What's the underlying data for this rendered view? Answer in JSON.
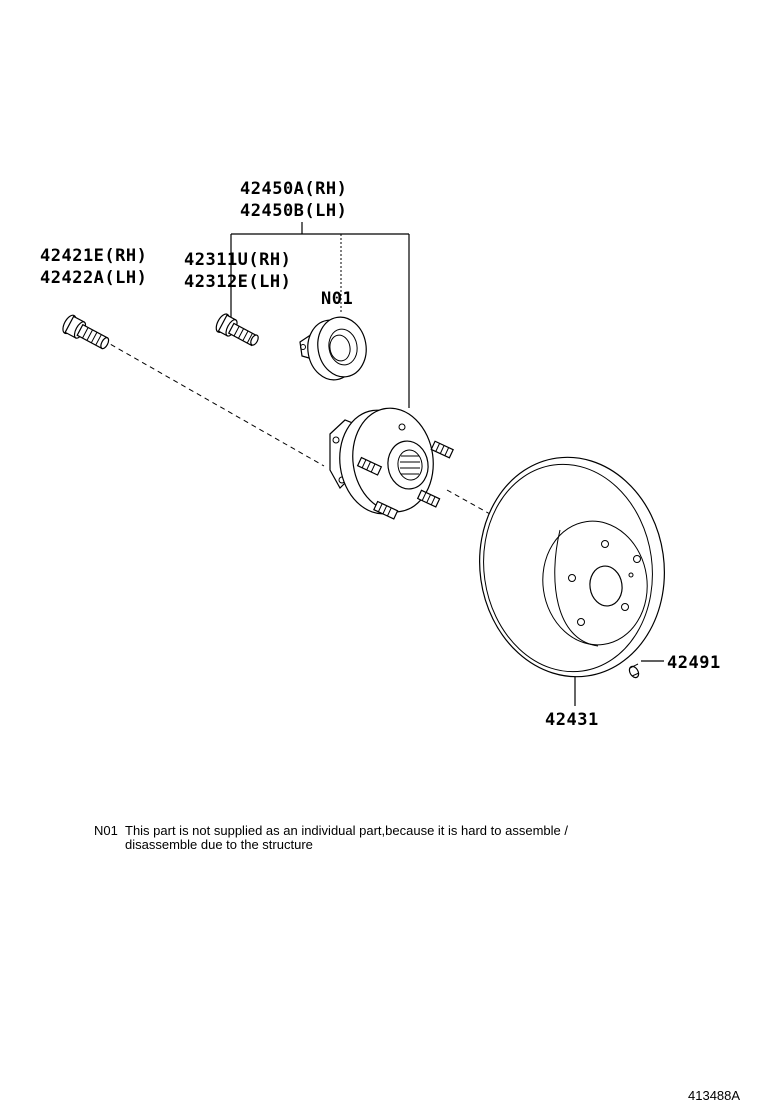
{
  "labels": {
    "hub_assembly_rh": "42450A(RH)",
    "hub_assembly_lh": "42450B(LH)",
    "bolt_rh": "42421E(RH)",
    "bolt_lh": "42422A(LH)",
    "stud_rh": "42311U(RH)",
    "stud_lh": "42312E(LH)",
    "bearing": "N01",
    "screw": "42491",
    "disc": "42431"
  },
  "note": {
    "code": "N01",
    "line1": "This part is not supplied as an individual part,because it is hard to assemble /",
    "line2": "disassemble due to the structure"
  },
  "diagram_id": "413488A"
}
